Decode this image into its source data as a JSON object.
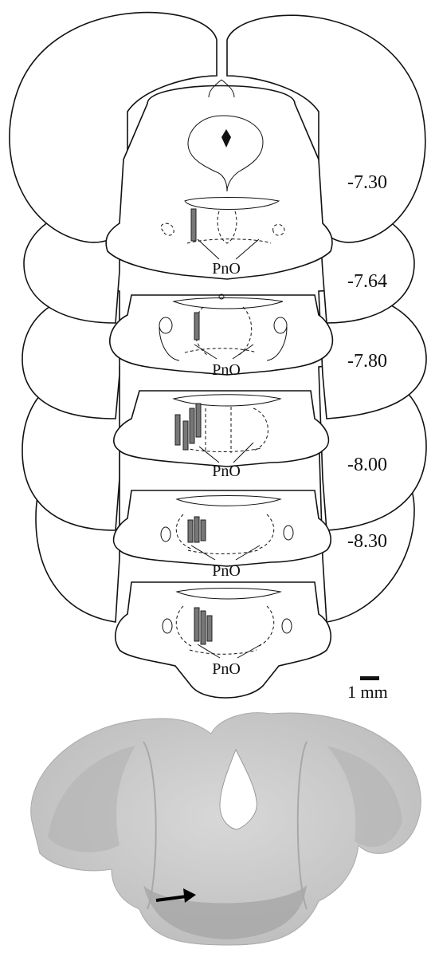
{
  "figure": {
    "levels": [
      "-7.30",
      "-7.64",
      "-7.80",
      "-8.00",
      "-8.30"
    ],
    "region_label": "PnO",
    "scale_bar_label": "1 mm"
  },
  "colors": {
    "outline": "#111111",
    "track_fill": "#777777",
    "histology_tissue": "#c9c9c9",
    "background": "#ffffff"
  },
  "icons": {
    "histology_marker": "arrow-right-icon"
  }
}
